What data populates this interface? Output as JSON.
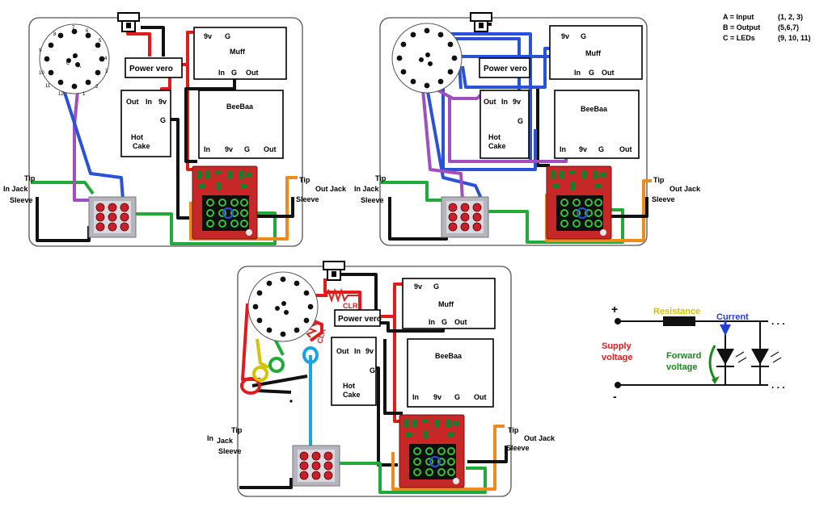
{
  "legend": {
    "lines": [
      {
        "key": "A = Input",
        "pins": "(1, 2, 3)"
      },
      {
        "key": "B = Output",
        "pins": "(5,6,7)"
      },
      {
        "key": "C = LEDs",
        "pins": "(9, 10, 11)"
      }
    ]
  },
  "labels": {
    "power_vero": "Power vero",
    "muff": "Muff",
    "beebaa": "BeeBaa",
    "hot": "Hot",
    "cake": "Cake",
    "nine_v": "9v",
    "g": "G",
    "in": "In",
    "out": "Out",
    "tip": "Tip",
    "in_jack": "In Jack",
    "in_short": "In",
    "jack": "Jack",
    "out_jack": "Out Jack",
    "sleeve": "Sleeve",
    "clr": "CLR"
  },
  "switch_pins": [
    "1",
    "2",
    "3",
    "4",
    "5",
    "6",
    "7",
    "8",
    "9",
    "10",
    "11",
    "12"
  ],
  "switch_letters": [
    "A",
    "B",
    "C"
  ],
  "led_diagram": {
    "plus": "+",
    "minus": "-",
    "resistance": "Resistance",
    "current": "Current",
    "supply1": "Supply",
    "supply2": "voltage",
    "forward1": "Forward",
    "forward2": "voltage",
    "dots": ". . .",
    "colors": {
      "resistance": "#d4c400",
      "current": "#1f3fd6",
      "supply": "#e01b1b",
      "forward": "#178a1a"
    }
  }
}
